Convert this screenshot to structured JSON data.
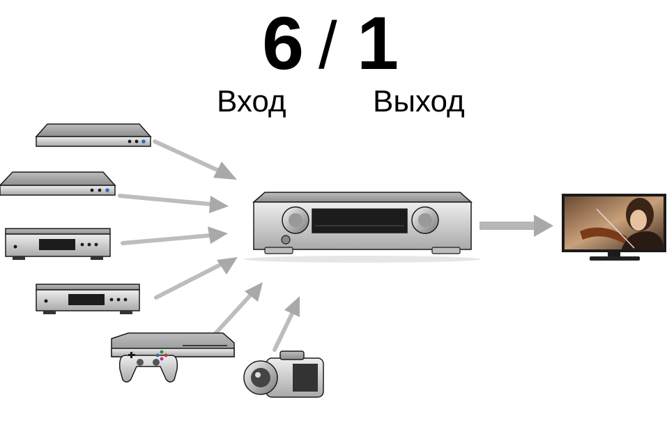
{
  "header": {
    "input_count": "6",
    "separator": "/",
    "output_count": "1",
    "input_label": "Вход",
    "output_label": "Выход"
  },
  "devices": {
    "inputs": [
      "bluray-player-slim",
      "bluray-player-slim",
      "cd-player",
      "cd-player",
      "game-console",
      "video-camera"
    ],
    "hub": "av-receiver",
    "output": "television"
  },
  "colors": {
    "arrow": "#a9a9a9",
    "device_body": "#cfcfcf",
    "device_outline": "#1a1a1a",
    "display": "#1c1c1c"
  }
}
